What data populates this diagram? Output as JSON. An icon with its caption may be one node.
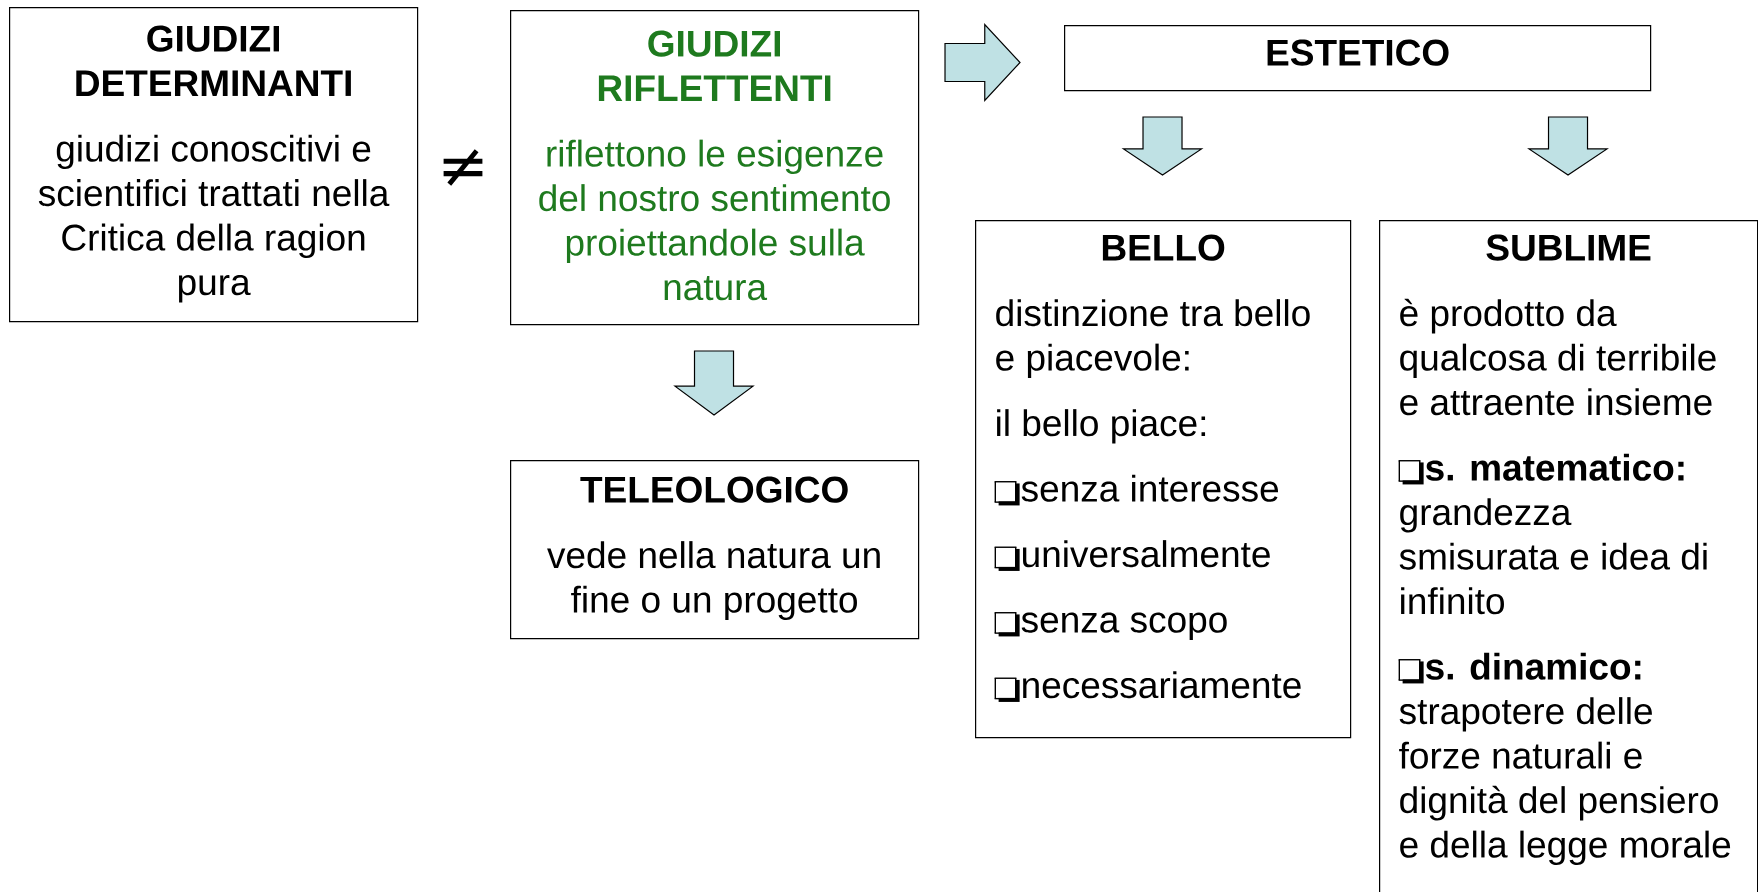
{
  "diagram": {
    "nodes": [
      {
        "text": [
          "GIUDIZI DETERMINANTI",
          "giudizi conoscitivi e scientifici trattati nella Critica della ragion pura"
        ]
      },
      {
        "text": [
          "GIUDIZI RIFLETTENTI",
          "riflettono le esigenze del nostro sentimento proiettandole sulla natura"
        ]
      },
      {
        "text": [
          "ESTETICO"
        ]
      },
      {
        "text": [
          "TELEOLOGICO",
          "vede nella natura un fine o un progetto"
        ]
      },
      {
        "text": [
          "BELLO",
          "distinzione tra bello e piacevole:",
          "il bello piace:",
          "senza interesse",
          "universalmente",
          "senza scopo",
          "necessariamente"
        ]
      },
      {
        "text": [
          "SUBLIME",
          "è prodotto da qualcosa di terribile e attraente insieme",
          "**s. matematico:** grandezza smisurata e idea di infinito",
          "**s. dinamico:** strapotere delle forze naturali e dignità del pensiero e della legge morale"
        ]
      }
    ],
    "edges": [
      {
        "from": 1,
        "to": 2,
        "arrow": "to"
      },
      {
        "from": 1,
        "to": 3,
        "arrow": "to"
      },
      {
        "from": 2,
        "to": 4,
        "arrow": "to"
      },
      {
        "from": 2,
        "to": 5,
        "arrow": "to"
      }
    ],
    "labels": [
      "≠"
    ]
  }
}
